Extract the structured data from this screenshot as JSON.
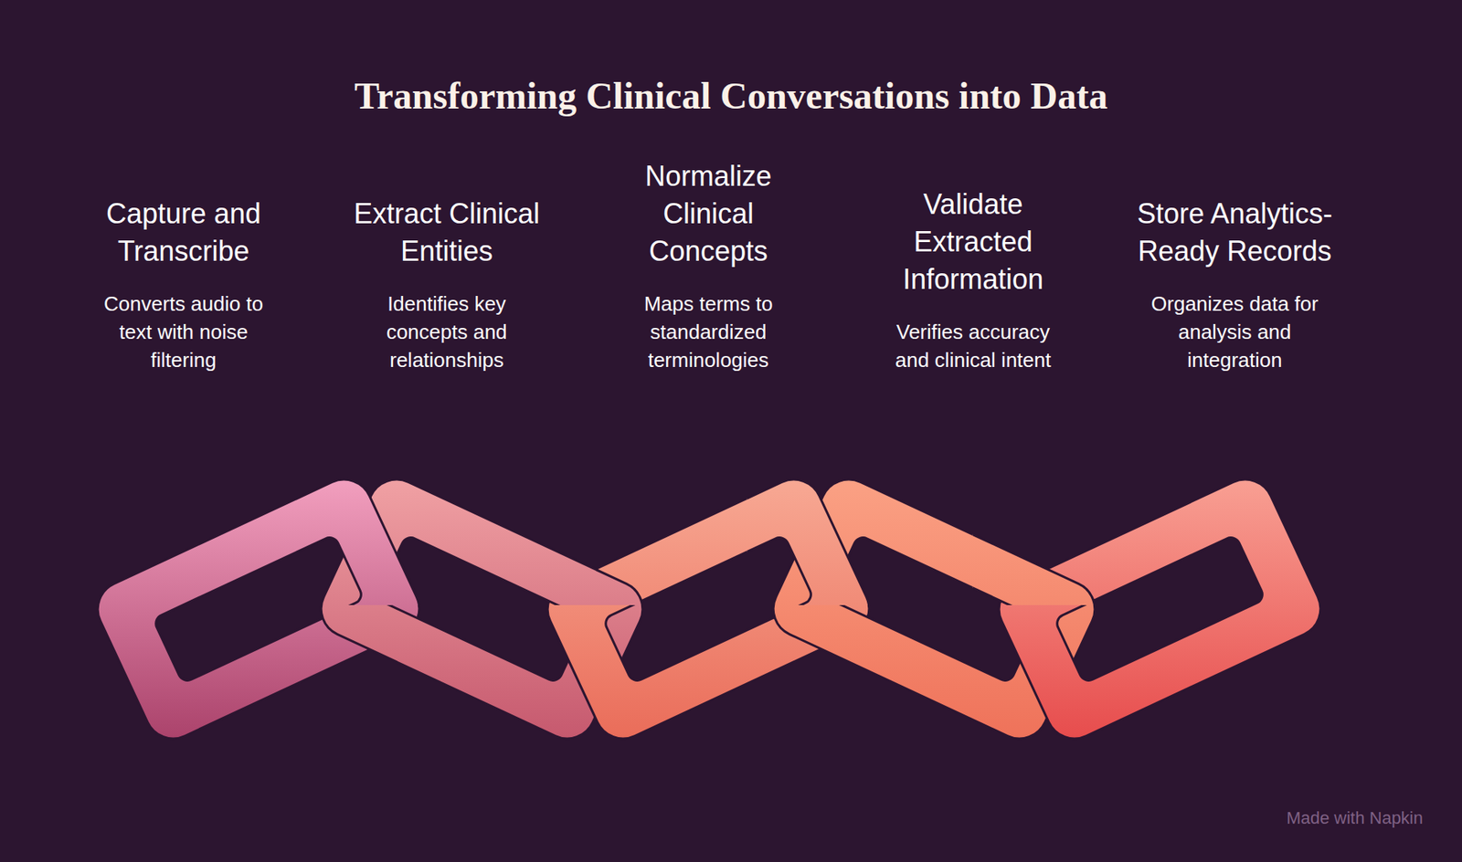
{
  "diagram": {
    "title": "Transforming Clinical Conversations into Data",
    "nodes": [
      {
        "text": [
          "Capture and Transcribe",
          "Converts audio to text with noise filtering"
        ]
      },
      {
        "text": [
          "Extract Clinical Entities",
          "Identifies key concepts and relationships"
        ]
      },
      {
        "text": [
          "Normalize Clinical Concepts",
          "Maps terms to standardized terminologies"
        ]
      },
      {
        "text": [
          "Validate Extracted Information",
          "Verifies accuracy and clinical intent"
        ]
      },
      {
        "text": [
          "Store Analytics-Ready Records",
          "Organizes data for analysis and integration"
        ]
      }
    ],
    "labels": [
      "Made with Napkin"
    ]
  }
}
